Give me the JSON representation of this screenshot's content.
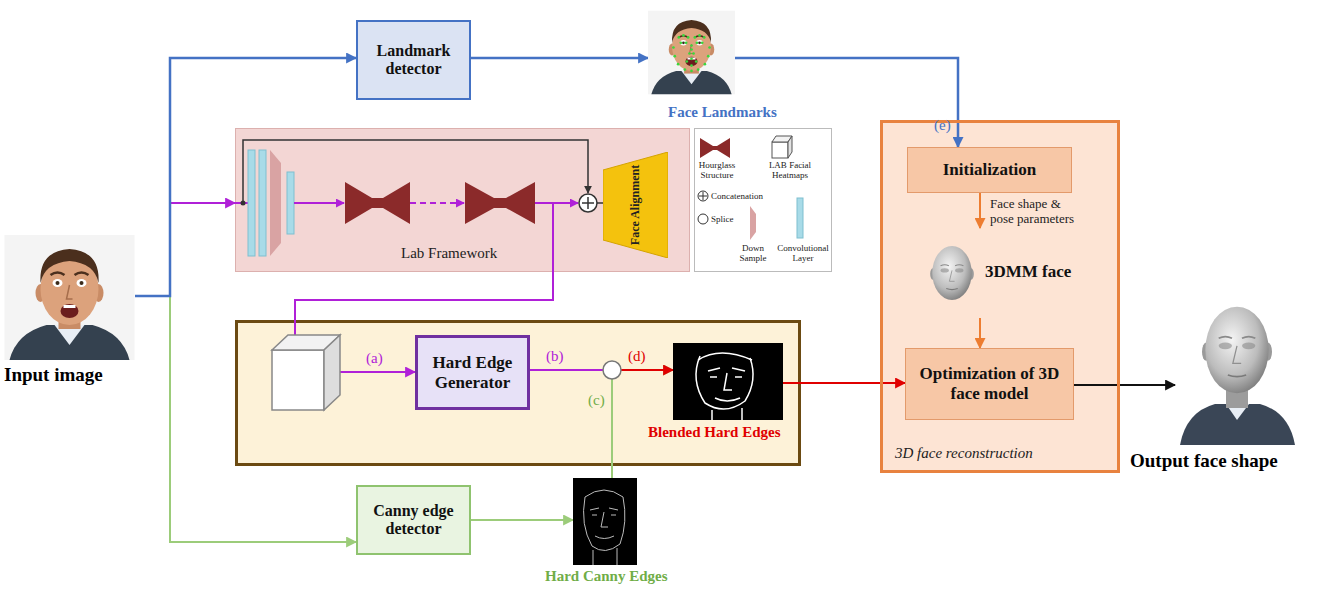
{
  "diagram": {
    "nodes": [
      {
        "text": [
          "Input image"
        ]
      },
      {
        "text": [
          "Landmark detector"
        ]
      },
      {
        "text": [
          "Face Landmarks"
        ]
      },
      {
        "text": [
          "Lab Framework"
        ]
      },
      {
        "text": [
          "Face Alignment"
        ],
        "in": 3
      },
      {
        "text": [
          "Hard Edge Generator"
        ]
      },
      {
        "text": [
          "Blended Hard Edges"
        ]
      },
      {
        "text": [
          "Canny edge detector"
        ]
      },
      {
        "text": [
          "Hard Canny Edges"
        ]
      },
      {
        "text": [
          "3D face reconstruction"
        ]
      },
      {
        "text": [
          "Initialization"
        ],
        "in": 9
      },
      {
        "text": [
          "3DMM face"
        ],
        "in": 9
      },
      {
        "text": [
          "Optimization of 3D face model"
        ],
        "in": 9
      },
      {
        "text": [
          "Output face shape"
        ]
      }
    ],
    "edges": [
      {
        "from": 0,
        "to": 3,
        "arrow": "to"
      },
      {
        "from": 0,
        "to": 7,
        "arrow": "to"
      },
      {
        "from": 0,
        "to": 1,
        "arrow": "to"
      },
      {
        "from": 1,
        "to": 2,
        "arrow": "to"
      },
      {
        "from": 2,
        "to": 10,
        "label": "(e)",
        "arrow": "to"
      },
      {
        "from": 3,
        "to": 5,
        "label": "(a)",
        "arrow": "to"
      },
      {
        "from": 7,
        "to": 8,
        "arrow": "to"
      },
      {
        "from": 8,
        "to": 6,
        "label": "(c)",
        "arrow": "to"
      },
      {
        "from": 5,
        "to": 6,
        "label": "(b)",
        "arrow": "to"
      },
      {
        "from": 6,
        "to": 12,
        "arrow": "to"
      },
      {
        "from": 10,
        "to": 11,
        "label": "Face shape & pose parameters",
        "arrow": "to"
      },
      {
        "from": 11,
        "to": 12,
        "arrow": "to"
      },
      {
        "from": 12,
        "to": 13,
        "arrow": "to"
      }
    ],
    "labels": [
      "(d)"
    ],
    "legend": [
      {
        "text": "Hourglass Structure"
      },
      {
        "text": "LAB Facial Heatmaps"
      },
      {
        "text": "Concatenation"
      },
      {
        "text": "Splice"
      },
      {
        "text": "Down Sample"
      },
      {
        "text": "Convolutional Layer"
      }
    ]
  }
}
